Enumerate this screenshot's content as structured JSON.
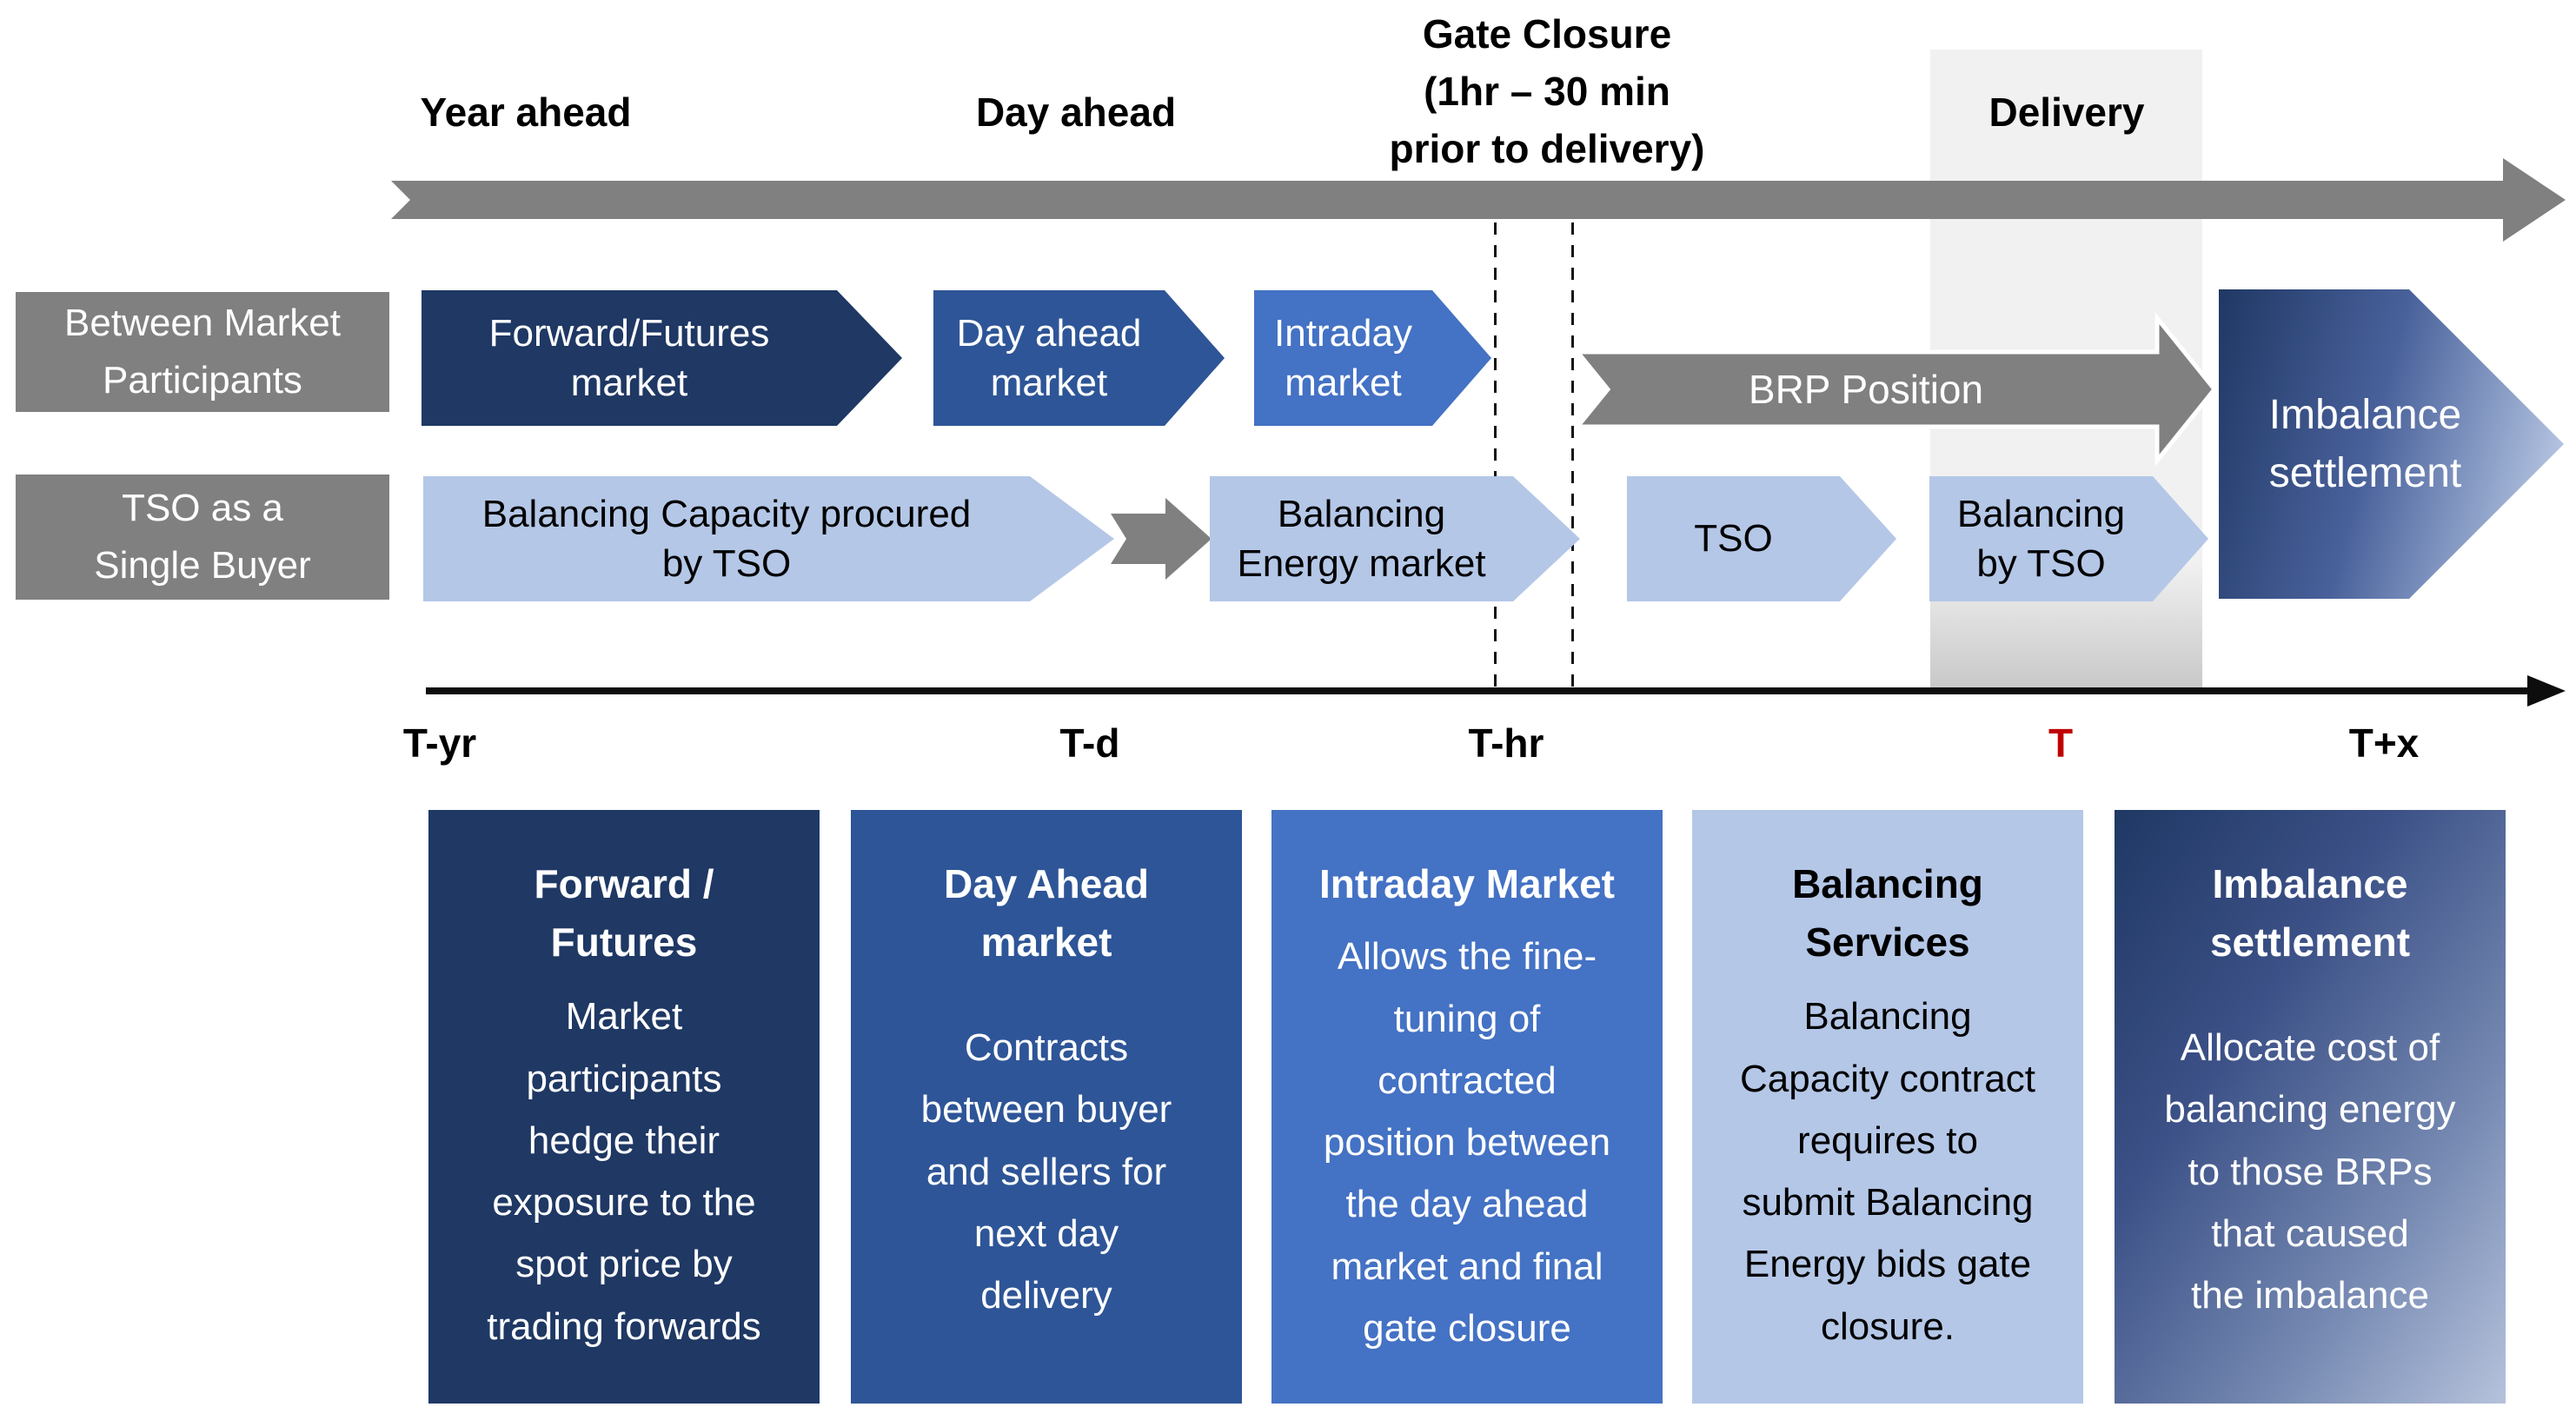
{
  "header": {
    "year_ahead": "Year ahead",
    "day_ahead": "Day ahead",
    "gate_closure": "Gate Closure\n(1hr – 30 min\nprior to delivery)",
    "delivery": "Delivery"
  },
  "rows": {
    "market_participants": {
      "label": "Between Market\nParticipants",
      "forward_arrow": "Forward/Futures\nmarket",
      "day_ahead_arrow": "Day ahead\nmarket",
      "intraday_arrow": "Intraday\nmarket",
      "brp_arrow": "BRP Position",
      "imbalance_arrow": "Imbalance\nsettlement"
    },
    "tso": {
      "label": "TSO as a\nSingle Buyer",
      "balancing_capacity_arrow": "Balancing Capacity procured\nby TSO",
      "balancing_energy_arrow": "Balancing\nEnergy market",
      "tso_arrow": "TSO",
      "balancing_by_tso_arrow": "Balancing\nby TSO"
    }
  },
  "timeline": {
    "ticks": [
      {
        "label": "T-yr",
        "color": "#000000"
      },
      {
        "label": "T-d",
        "color": "#000000"
      },
      {
        "label": "T-hr",
        "color": "#000000"
      },
      {
        "label": "T",
        "color": "#c00000"
      },
      {
        "label": "T+x",
        "color": "#000000"
      }
    ]
  },
  "cards": [
    {
      "title": "Forward /\nFutures",
      "body": "Market\nparticipants\nhedge their\nexposure to the\nspot price by\ntrading forwards",
      "bg": "#1f3864",
      "text_color": "#ffffff"
    },
    {
      "title": "Day Ahead\nmarket",
      "body": "Contracts\nbetween buyer\nand sellers for\nnext day\ndelivery",
      "bg": "#2e5597",
      "text_color": "#ffffff"
    },
    {
      "title": "Intraday Market",
      "body": "Allows the fine-\ntuning of\ncontracted\nposition between\nthe day ahead\nmarket and final\ngate closure",
      "bg": "#4472c4",
      "text_color": "#ffffff"
    },
    {
      "title": "Balancing\nServices",
      "body": "Balancing\nCapacity contract\nrequires to\nsubmit Balancing\nEnergy bids gate\nclosure.",
      "bg": "#b4c7e7",
      "text_color": "#000000"
    },
    {
      "title": "Imbalance\nsettlement",
      "body": "Allocate cost of\nbalancing energy\nto those BRPs\nthat caused\nthe imbalance",
      "bg": "gradient(#1f3864 → #b6c2dc)",
      "text_color": "#ffffff"
    }
  ],
  "colors": {
    "navy": "#1f3864",
    "medium_blue": "#2e5597",
    "bright_blue": "#4472c4",
    "light_blue": "#b4c7e7",
    "gray": "#808080",
    "delivery_band": "#f1f1f1",
    "axis_black": "#0d0d0d",
    "tick_red": "#c00000"
  }
}
